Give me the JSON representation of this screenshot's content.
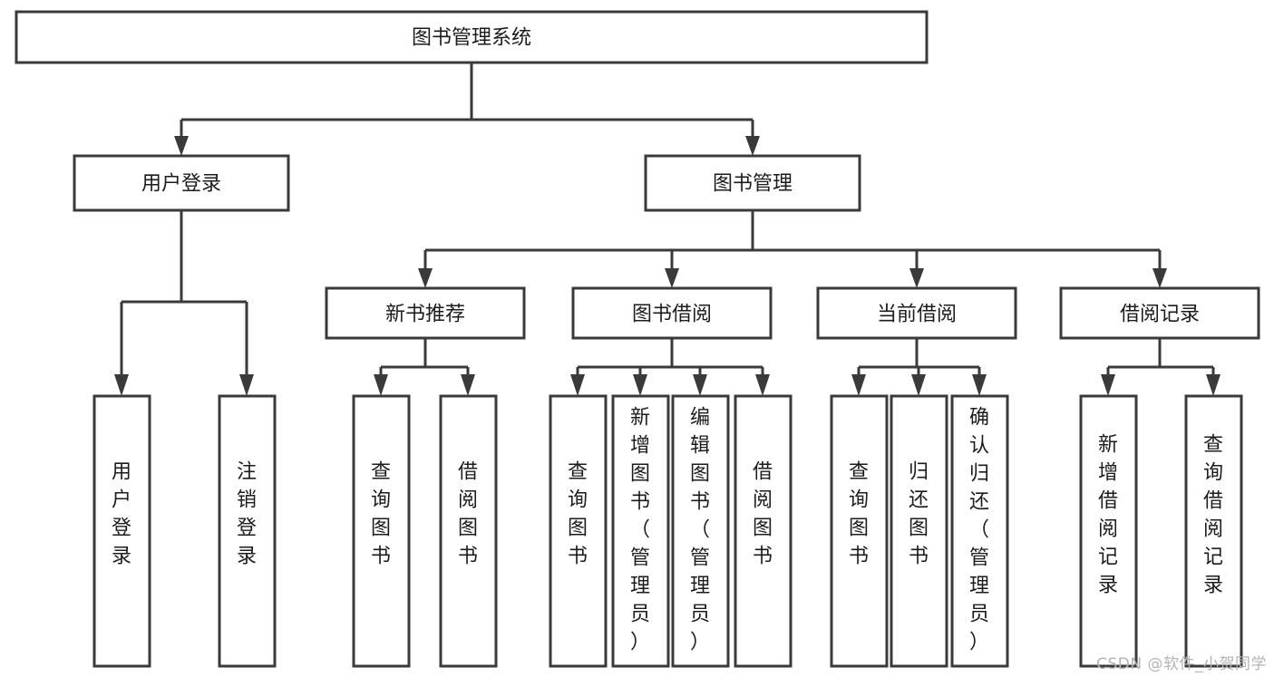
{
  "diagram": {
    "type": "tree-hierarchy",
    "title": "图书管理系统",
    "watermark": "CSDN @软件_小贺同学",
    "colors": {
      "background": "#ffffff",
      "stroke": "#3a3a3a",
      "box_fill": "#ffffff",
      "text": "#1c1c1c",
      "watermark": "#b4b4b4"
    },
    "levels": {
      "root": {
        "label": "图书管理系统"
      },
      "level2": [
        {
          "id": "user-login",
          "label": "用户登录"
        },
        {
          "id": "book-management",
          "label": "图书管理"
        }
      ],
      "level3": [
        {
          "id": "new-book-recommend",
          "label": "新书推荐",
          "parent": "book-management"
        },
        {
          "id": "book-borrow",
          "label": "图书借阅",
          "parent": "book-management"
        },
        {
          "id": "current-borrow",
          "label": "当前借阅",
          "parent": "book-management"
        },
        {
          "id": "borrow-record",
          "label": "借阅记录",
          "parent": "book-management"
        }
      ],
      "leaves": [
        {
          "id": "leaf-user-login",
          "label": "用户登录",
          "parent": "user-login"
        },
        {
          "id": "leaf-logout-login",
          "label": "注销登录",
          "parent": "user-login"
        },
        {
          "id": "leaf-query-book-1",
          "label": "查询图书",
          "parent": "new-book-recommend"
        },
        {
          "id": "leaf-borrow-book-1",
          "label": "借阅图书",
          "parent": "new-book-recommend"
        },
        {
          "id": "leaf-query-book-2",
          "label": "查询图书",
          "parent": "book-borrow"
        },
        {
          "id": "leaf-add-book",
          "label": "新增图书（管理员）",
          "parent": "book-borrow"
        },
        {
          "id": "leaf-edit-book",
          "label": "编辑图书（管理员）",
          "parent": "book-borrow"
        },
        {
          "id": "leaf-borrow-book-2",
          "label": "借阅图书",
          "parent": "book-borrow"
        },
        {
          "id": "leaf-query-book-3",
          "label": "查询图书",
          "parent": "current-borrow"
        },
        {
          "id": "leaf-return-book",
          "label": "归还图书",
          "parent": "current-borrow"
        },
        {
          "id": "leaf-confirm-return",
          "label": "确认归还（管理员）",
          "parent": "current-borrow"
        },
        {
          "id": "leaf-add-record",
          "label": "新增借阅记录",
          "parent": "borrow-record"
        },
        {
          "id": "leaf-query-record",
          "label": "查询借阅记录",
          "parent": "borrow-record"
        }
      ]
    }
  }
}
